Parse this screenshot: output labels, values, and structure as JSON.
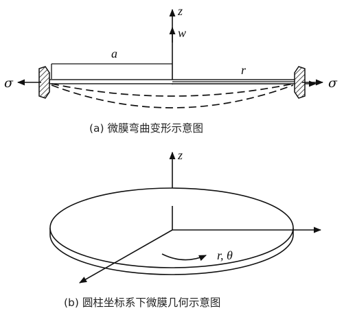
{
  "panel_a": {
    "caption": "(a) 微膜弯曲变形示意图",
    "labels": {
      "z": "z",
      "w": "w",
      "a": "a",
      "r": "r",
      "sigma_left": "σ",
      "sigma_right": "σ"
    }
  },
  "panel_b": {
    "caption": "(b) 圆柱坐标系下微膜几何示意图",
    "labels": {
      "z": "z",
      "r_theta": "r, θ"
    }
  }
}
